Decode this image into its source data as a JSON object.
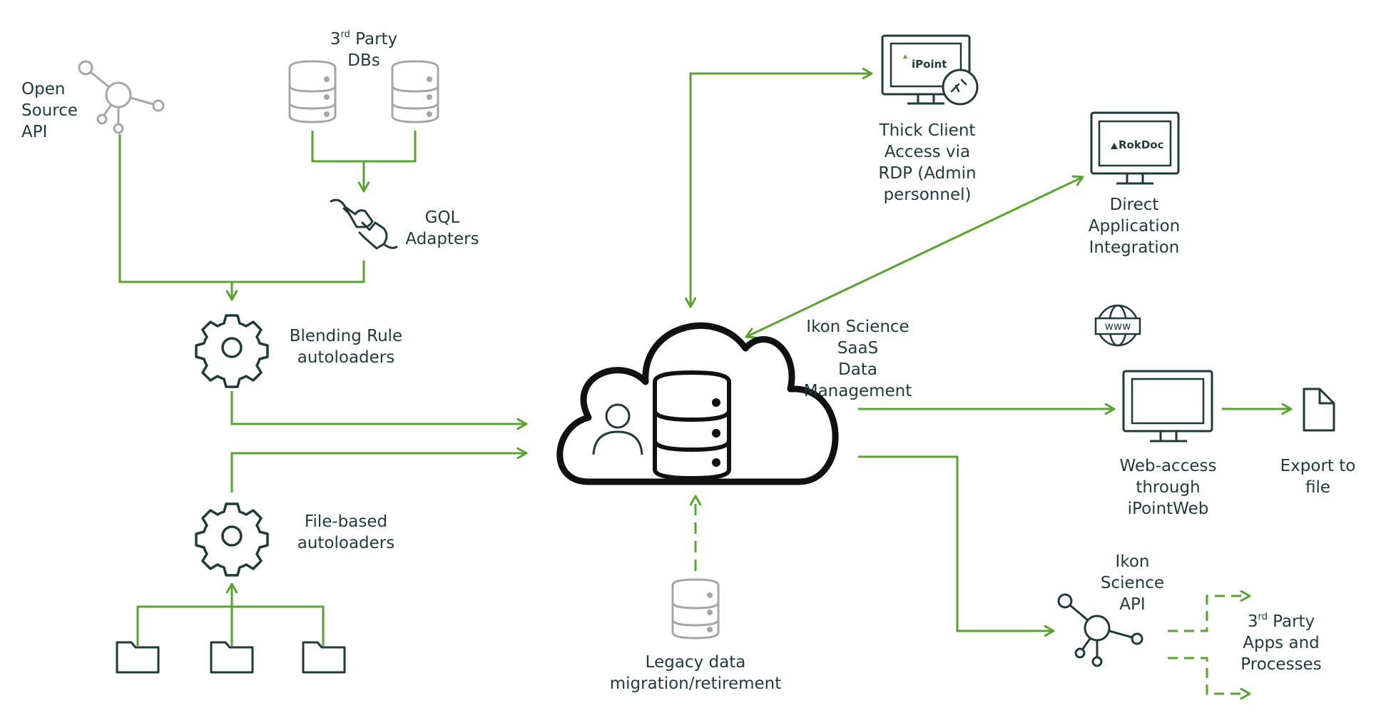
{
  "labels": {
    "open_source_api": [
      "Open",
      "Source",
      "API"
    ],
    "third_party_dbs": {
      "prefix": "3",
      "sup": "rd",
      "rest": " Party",
      "line2": "DBs"
    },
    "gql_adapters": [
      "GQL",
      "Adapters"
    ],
    "blending_rule": [
      "Blending Rule",
      "autoloaders"
    ],
    "file_based": [
      "File-based",
      "autoloaders"
    ],
    "legacy": [
      "Legacy data",
      "migration/retirement"
    ],
    "ikon_saas": [
      "Ikon Science",
      "SaaS",
      "Data",
      "Management"
    ],
    "thick_client": [
      "Thick Client",
      "Access via",
      "RDP (Admin",
      "personnel)"
    ],
    "direct_app": [
      "Direct",
      "Application",
      "Integration"
    ],
    "web_access": [
      "Web-access",
      "through",
      "iPointWeb"
    ],
    "export": [
      "Export to",
      "file"
    ],
    "ikon_api": [
      "Ikon",
      "Science",
      "API"
    ],
    "third_party_apps": {
      "prefix": "3",
      "sup": "rd",
      "rest": " Party",
      "line2": "Apps and",
      "line3": "Processes"
    }
  },
  "brands": {
    "ipoint": "iPoint",
    "rokdoc": "RokDoc",
    "www": "www"
  },
  "colors": {
    "arrow_green": "#5aa332",
    "icon_dark": "#1f3b38",
    "icon_grey": "#a6a6a6",
    "text": "#1f3b38"
  }
}
